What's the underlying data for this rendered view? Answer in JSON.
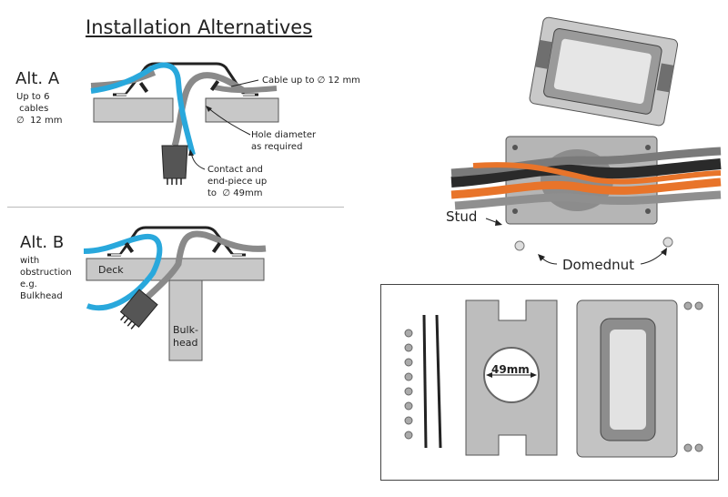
{
  "title": "Installation Alternatives",
  "alt_a": {
    "heading": "Alt. A",
    "sub_lines": [
      "Up to 6",
      " cables",
      "∅  12 mm"
    ],
    "labels": {
      "cable": "Cable up to  ∅ 12 mm",
      "hole_1": "Hole diameter",
      "hole_2": "as required",
      "contact_1": "Contact and",
      "contact_2": "end-piece up",
      "contact_3": "to  ∅ 49mm"
    }
  },
  "alt_b": {
    "heading": "Alt. B",
    "sub_lines": [
      "with",
      "obstruction",
      "e.g.",
      "Bulkhead"
    ],
    "labels": {
      "deck": "Deck",
      "bulk_1": "Bulk-",
      "bulk_2": "head"
    }
  },
  "photo": {
    "stud": "Stud",
    "domednut": "Domednut",
    "dimension": "49mm"
  },
  "colors": {
    "cable_blue": "#29a8dc",
    "cable_gray": "#8a8a8a",
    "deck": "#c8c8c8",
    "orange_cable": "#e8742a"
  }
}
